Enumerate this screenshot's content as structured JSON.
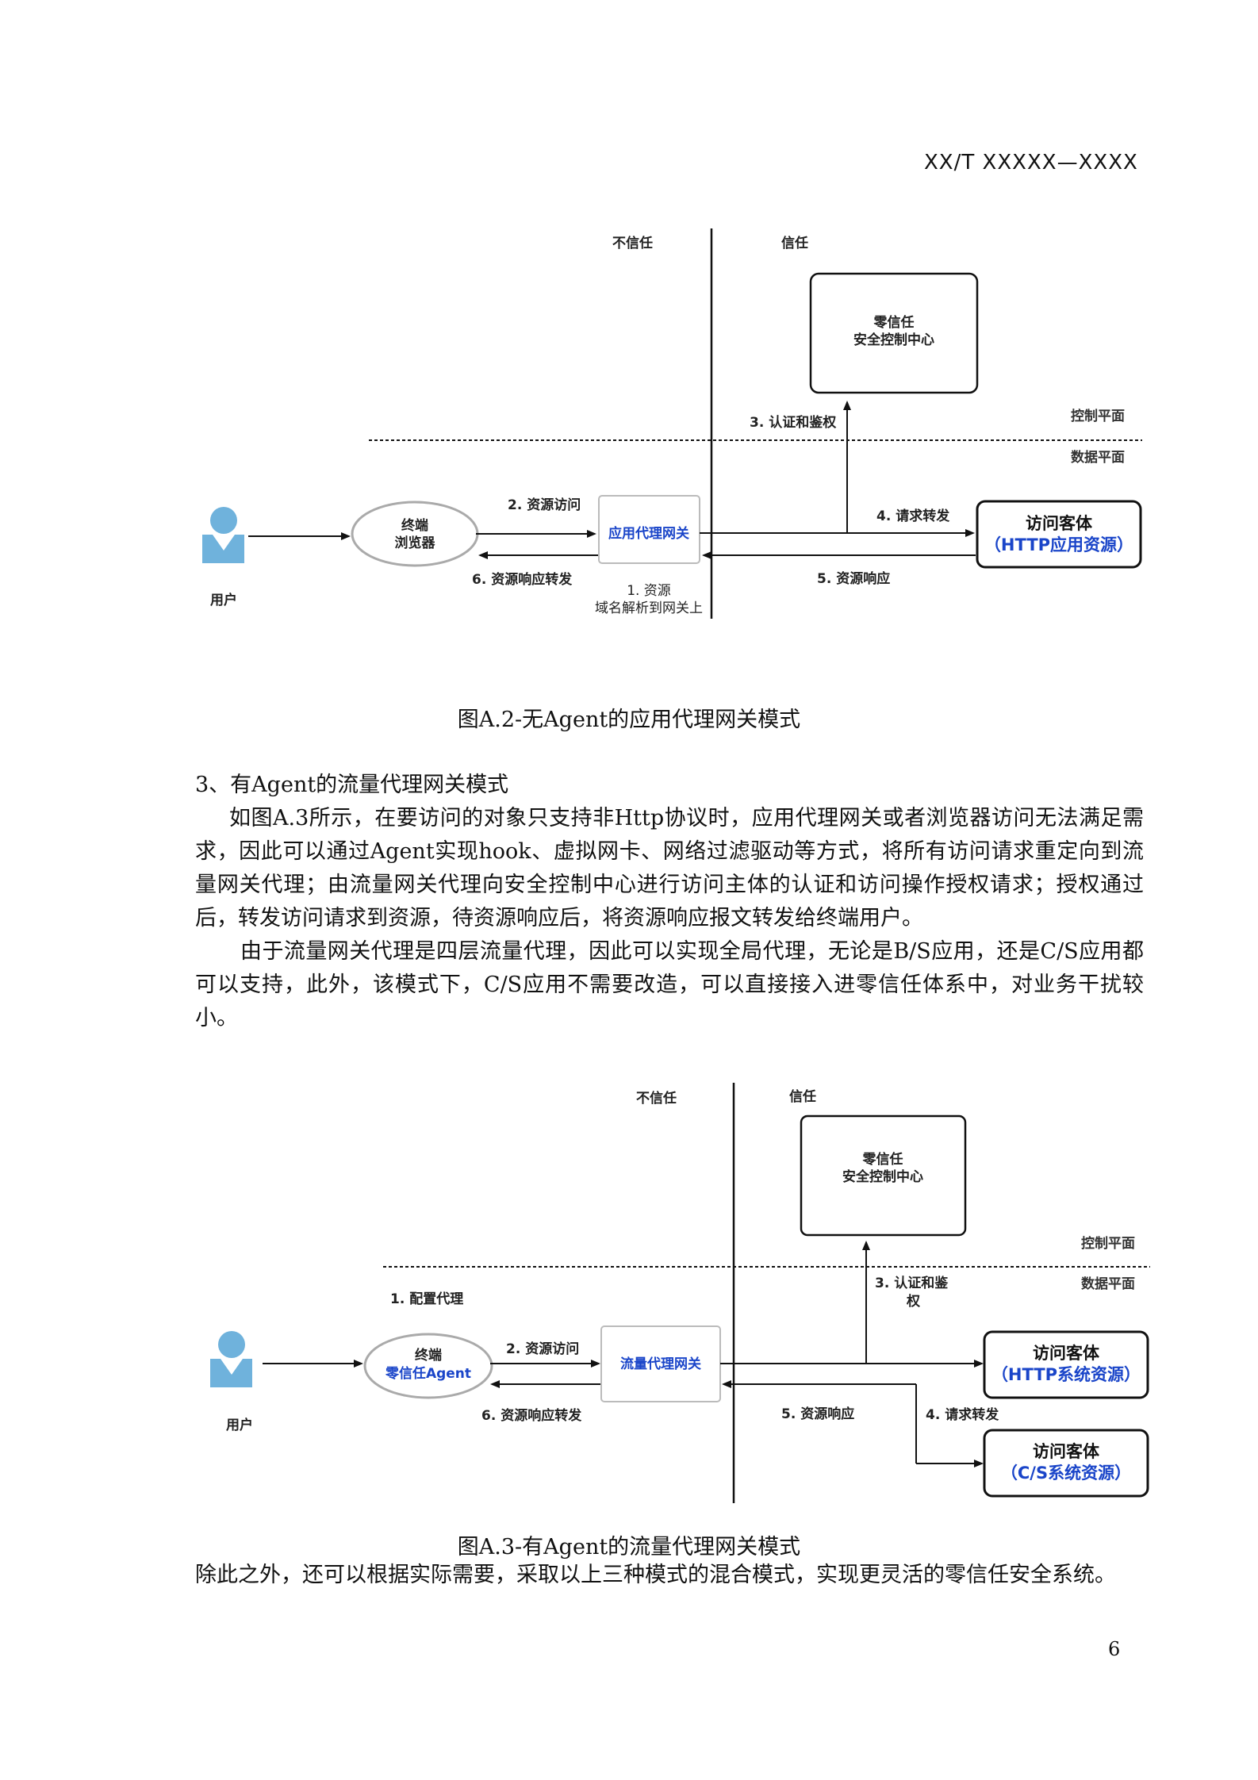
{
  "header": {
    "doc_id": "XX/T  XXXXX—XXXX"
  },
  "figure_a2": {
    "zone_untrusted": "不信任",
    "zone_trusted": "信任",
    "control_center": [
      "零信任",
      "安全控制中心"
    ],
    "control_plane": "控制平面",
    "data_plane": "数据平面",
    "user_label": "用户",
    "browser": [
      "终端",
      "浏览器"
    ],
    "gateway": "应用代理网关",
    "target": [
      "访问客体",
      "（HTTP应用资源）"
    ],
    "step1": [
      "1. 资源",
      "域名解析到网关上"
    ],
    "step2": "2. 资源访问",
    "step3": "3. 认证和鉴权",
    "step4": "4. 请求转发",
    "step5": "5. 资源响应",
    "step6": "6. 资源响应转发",
    "caption": "图A.2-无Agent的应用代理网关模式"
  },
  "section": {
    "heading": "3、有Agent的流量代理网关模式",
    "p1": "如图A.3所示，在要访问的对象只支持非Http协议时，应用代理网关或者浏览器访问无法满足需求，因此可以通过Agent实现hook、虚拟网卡、网络过滤驱动等方式，将所有访问请求重定向到流量网关代理；由流量网关代理向安全控制中心进行访问主体的认证和访问操作授权请求；授权通过后，转发访问请求到资源，待资源响应后，将资源响应报文转发给终端用户。",
    "p2": "由于流量网关代理是四层流量代理，因此可以实现全局代理，无论是B/S应用，还是C/S应用都可以支持，此外，该模式下，C/S应用不需要改造，可以直接接入进零信任体系中，对业务干扰较小。"
  },
  "figure_a3": {
    "zone_untrusted": "不信任",
    "zone_trusted": "信任",
    "control_center": [
      "零信任",
      "安全控制中心"
    ],
    "control_plane": "控制平面",
    "data_plane": "数据平面",
    "user_label": "用户",
    "terminal": [
      "终端",
      "零信任Agent"
    ],
    "gateway": "流量代理网关",
    "target_http": [
      "访问客体",
      "（HTTP系统资源）"
    ],
    "target_cs": [
      "访问客体",
      "（C/S系统资源）"
    ],
    "step1": "1. 配置代理",
    "step2": "2. 资源访问",
    "step3": [
      "3. 认证和鉴",
      "权"
    ],
    "step4": "4. 请求转发",
    "step5": "5. 资源响应",
    "step6": "6. 资源响应转发",
    "caption": "图A.3-有Agent的流量代理网关模式"
  },
  "closing": "除此之外，还可以根据实际需要，采取以上三种模式的混合模式，实现更灵活的零信任安全系统。",
  "page_number": "6",
  "colors": {
    "user_icon": "#6fb2dc",
    "accent_blue": "#1a45c9"
  }
}
